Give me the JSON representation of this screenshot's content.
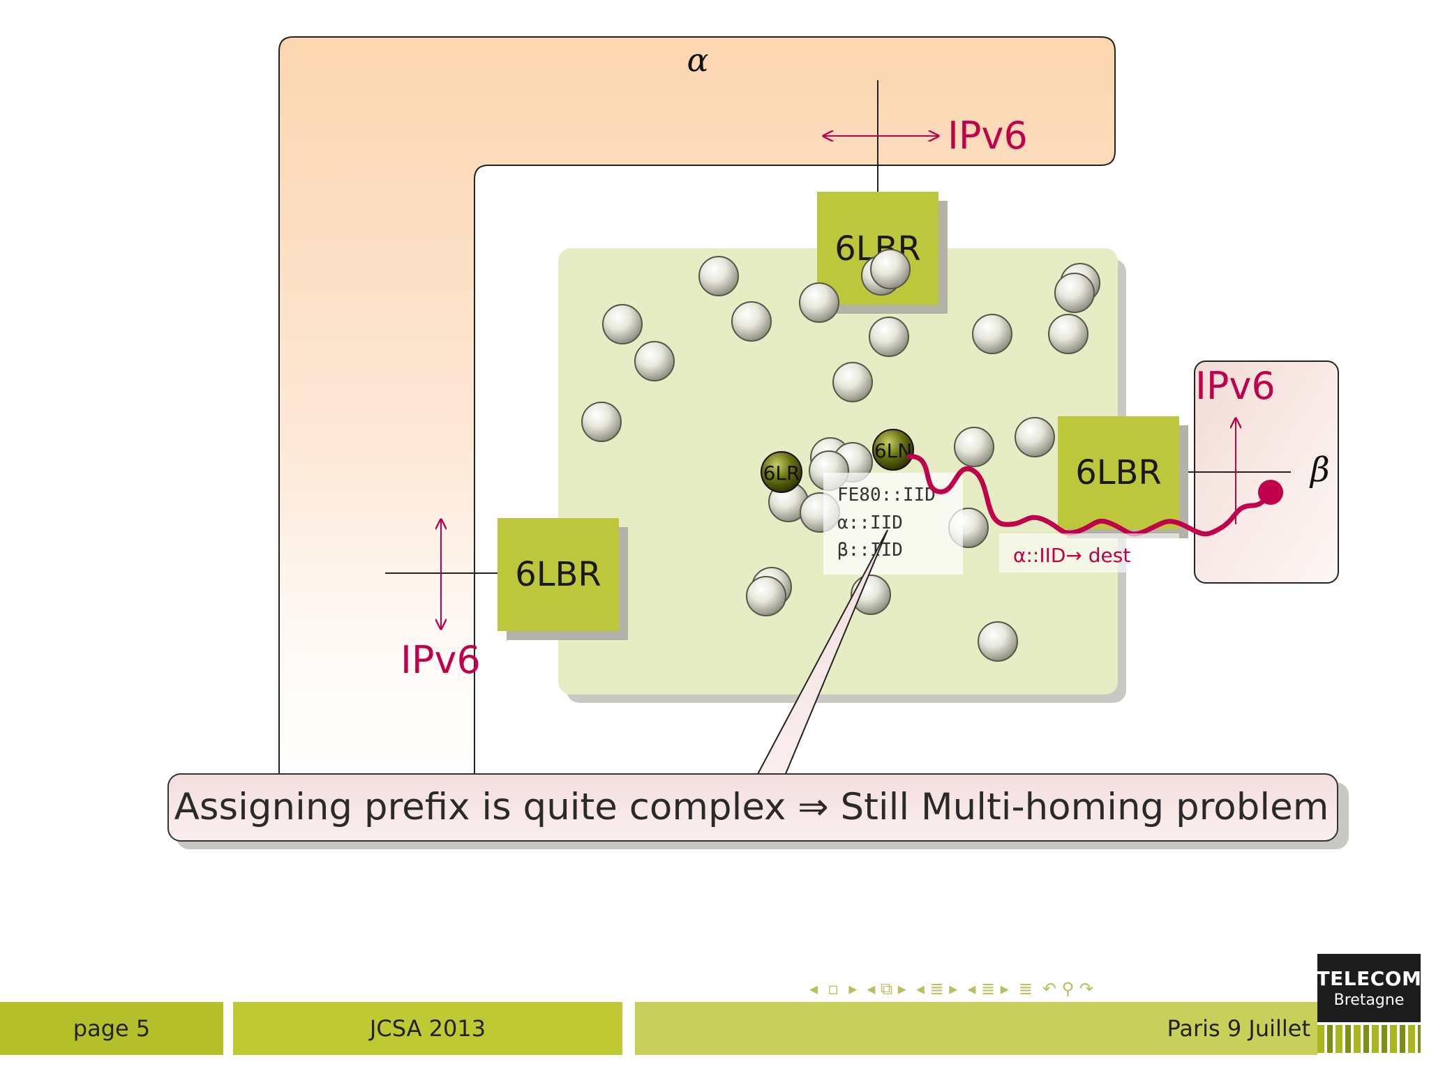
{
  "diagram": {
    "alpha_label": "α",
    "beta_label": "β",
    "ipv6_label_top": "IPv6",
    "ipv6_label_left": "IPv6",
    "ipv6_label_right": "IPv6",
    "border_router_top": "6LBR",
    "border_router_left": "6LBR",
    "border_router_right": "6LBR",
    "router_label": "6LR",
    "node_label": "6LN",
    "address_lines": [
      "FE80::IID",
      "α::IID",
      "β::IID"
    ],
    "dest_label": "α::IID→ dest",
    "callout_text": "Assigning prefix is quite complex ⇒ Still Multi-homing problem"
  },
  "colors": {
    "accent": "#c0004a",
    "router_box": "#bcc73c",
    "mesh_area": "#e8edc8",
    "domain_alpha": "#fbd9b8",
    "domain_beta": "#f5e6e2",
    "callout_fill": "#f7e4e4"
  },
  "footer": {
    "page": "page 5",
    "conference": "JCSA 2013",
    "place": "Paris 9 Juillet"
  },
  "logo": {
    "line1": "TELECOM",
    "line2": "Bretagne"
  },
  "nav_icons": [
    "nav-prev-frame-icon",
    "nav-frame-icon",
    "nav-next-frame-icon",
    "nav-section-icon",
    "nav-subsection-icon",
    "nav-align-icon",
    "nav-back-icon",
    "nav-search-icon",
    "nav-forward-icon"
  ]
}
